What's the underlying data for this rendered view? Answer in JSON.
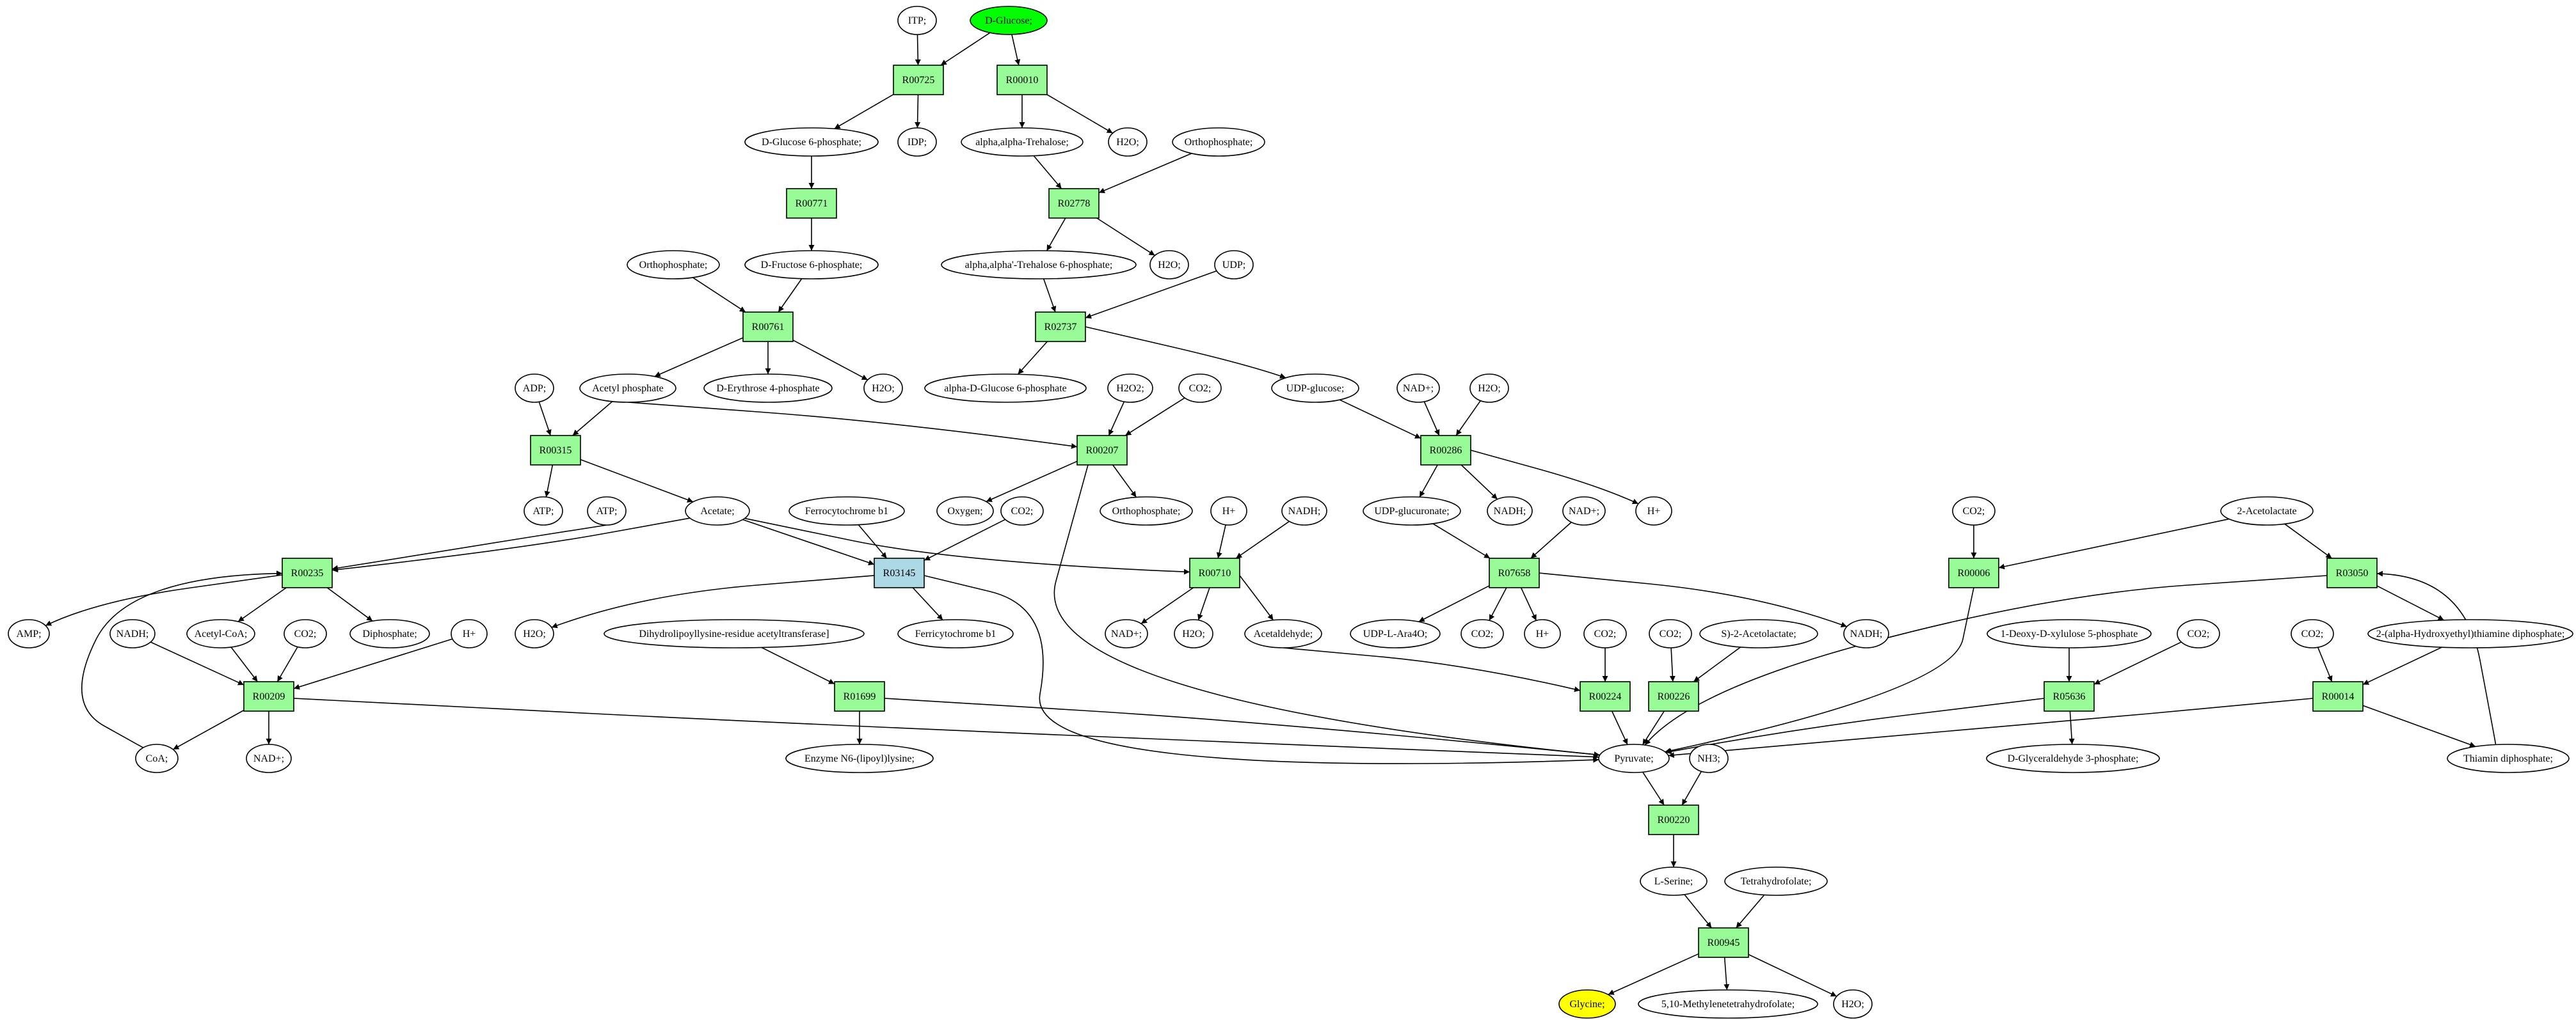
{
  "diagram": {
    "type": "metabolic-pathway-graph",
    "colors": {
      "reaction": "#98fb98",
      "reaction_highlight": "#add8e6",
      "compound": "#ffffff",
      "source_compound": "#00ff00",
      "target_compound": "#ffff00",
      "stroke": "#000000"
    },
    "reactions": [
      {
        "id": "R00725",
        "label": "R00725",
        "style": "reaction"
      },
      {
        "id": "R00010",
        "label": "R00010",
        "style": "reaction"
      },
      {
        "id": "R00771",
        "label": "R00771",
        "style": "reaction"
      },
      {
        "id": "R02778",
        "label": "R02778",
        "style": "reaction"
      },
      {
        "id": "R00761",
        "label": "R00761",
        "style": "reaction"
      },
      {
        "id": "R02737",
        "label": "R02737",
        "style": "reaction"
      },
      {
        "id": "R00315",
        "label": "R00315",
        "style": "reaction"
      },
      {
        "id": "R00207",
        "label": "R00207",
        "style": "reaction"
      },
      {
        "id": "R00286",
        "label": "R00286",
        "style": "reaction"
      },
      {
        "id": "R00235",
        "label": "R00235",
        "style": "reaction"
      },
      {
        "id": "R03145",
        "label": "R03145",
        "style": "highlight"
      },
      {
        "id": "R00710",
        "label": "R00710",
        "style": "reaction"
      },
      {
        "id": "R07658",
        "label": "R07658",
        "style": "reaction"
      },
      {
        "id": "R00006",
        "label": "R00006",
        "style": "reaction"
      },
      {
        "id": "R03050",
        "label": "R03050",
        "style": "reaction"
      },
      {
        "id": "R00209",
        "label": "R00209",
        "style": "reaction"
      },
      {
        "id": "R01699",
        "label": "R01699",
        "style": "reaction"
      },
      {
        "id": "R00224",
        "label": "R00224",
        "style": "reaction"
      },
      {
        "id": "R00226",
        "label": "R00226",
        "style": "reaction"
      },
      {
        "id": "R05636",
        "label": "R05636",
        "style": "reaction"
      },
      {
        "id": "R00014",
        "label": "R00014",
        "style": "reaction"
      },
      {
        "id": "R00220",
        "label": "R00220",
        "style": "reaction"
      },
      {
        "id": "R00945",
        "label": "R00945",
        "style": "reaction"
      }
    ],
    "compounds": [
      {
        "id": "itp",
        "label": "ITP;",
        "style": "compound"
      },
      {
        "id": "dglucose",
        "label": "D-Glucose;",
        "style": "source"
      },
      {
        "id": "g6p",
        "label": "D-Glucose 6-phosphate;",
        "style": "compound"
      },
      {
        "id": "idp",
        "label": "IDP;",
        "style": "compound"
      },
      {
        "id": "trehalose",
        "label": "alpha,alpha-Trehalose;",
        "style": "compound"
      },
      {
        "id": "h2o_a",
        "label": "H2O;",
        "style": "compound"
      },
      {
        "id": "ortho_a",
        "label": "Orthophosphate;",
        "style": "compound"
      },
      {
        "id": "ortho_b",
        "label": "Orthophosphate;",
        "style": "compound"
      },
      {
        "id": "f6p",
        "label": "D-Fructose 6-phosphate;",
        "style": "compound"
      },
      {
        "id": "t6p",
        "label": "alpha,alpha'-Trehalose 6-phosphate;",
        "style": "compound"
      },
      {
        "id": "h2o_b",
        "label": "H2O;",
        "style": "compound"
      },
      {
        "id": "udp",
        "label": "UDP;",
        "style": "compound"
      },
      {
        "id": "adp",
        "label": "ADP;",
        "style": "compound"
      },
      {
        "id": "acetylp",
        "label": "Acetyl phosphate",
        "style": "compound"
      },
      {
        "id": "e4p",
        "label": "D-Erythrose 4-phosphate",
        "style": "compound"
      },
      {
        "id": "h2o_c",
        "label": "H2O;",
        "style": "compound"
      },
      {
        "id": "aglc6p",
        "label": "alpha-D-Glucose 6-phosphate",
        "style": "compound"
      },
      {
        "id": "h2o2",
        "label": "H2O2;",
        "style": "compound"
      },
      {
        "id": "co2_a",
        "label": "CO2;",
        "style": "compound"
      },
      {
        "id": "udpglc",
        "label": "UDP-glucose;",
        "style": "compound"
      },
      {
        "id": "nad_a",
        "label": "NAD+;",
        "style": "compound"
      },
      {
        "id": "h2o_d",
        "label": "H2O;",
        "style": "compound"
      },
      {
        "id": "atp_a",
        "label": "ATP;",
        "style": "compound"
      },
      {
        "id": "atp_b",
        "label": "ATP;",
        "style": "compound"
      },
      {
        "id": "acetate",
        "label": "Acetate;",
        "style": "compound"
      },
      {
        "id": "ferrocyt",
        "label": "Ferrocytochrome b1",
        "style": "compound"
      },
      {
        "id": "co2_b",
        "label": "CO2;",
        "style": "compound"
      },
      {
        "id": "oxygen",
        "label": "Oxygen;",
        "style": "compound"
      },
      {
        "id": "ortho_c",
        "label": "Orthophosphate;",
        "style": "compound"
      },
      {
        "id": "hplus_a",
        "label": "H+",
        "style": "compound"
      },
      {
        "id": "nadh_a",
        "label": "NADH;",
        "style": "compound"
      },
      {
        "id": "udpglcur",
        "label": "UDP-glucuronate;",
        "style": "compound"
      },
      {
        "id": "nadh_b",
        "label": "NADH;",
        "style": "compound"
      },
      {
        "id": "hplus_b",
        "label": "H+",
        "style": "compound"
      },
      {
        "id": "nad_b",
        "label": "NAD+;",
        "style": "compound"
      },
      {
        "id": "co2_c",
        "label": "CO2;",
        "style": "compound"
      },
      {
        "id": "acetolactate_a",
        "label": "2-Acetolactate",
        "style": "compound"
      },
      {
        "id": "amp",
        "label": "AMP;",
        "style": "compound"
      },
      {
        "id": "nadh_c",
        "label": "NADH;",
        "style": "compound"
      },
      {
        "id": "acetylcoa",
        "label": "Acetyl-CoA;",
        "style": "compound"
      },
      {
        "id": "co2_d",
        "label": "CO2;",
        "style": "compound"
      },
      {
        "id": "diphosphate",
        "label": "Diphosphate;",
        "style": "compound"
      },
      {
        "id": "hplus_c",
        "label": "H+",
        "style": "compound"
      },
      {
        "id": "h2o_e",
        "label": "H2O;",
        "style": "compound"
      },
      {
        "id": "dihydrolipo",
        "label": "Dihydrolipoyllysine-residue acetyltransferase]",
        "style": "compound"
      },
      {
        "id": "ferricyt",
        "label": "Ferricytochrome b1",
        "style": "compound"
      },
      {
        "id": "co2_e",
        "label": "CO2;",
        "style": "compound"
      },
      {
        "id": "nad_c",
        "label": "NAD+;",
        "style": "compound"
      },
      {
        "id": "h2o_f",
        "label": "H2O;",
        "style": "compound"
      },
      {
        "id": "acetaldehyde",
        "label": "Acetaldehyde;",
        "style": "compound"
      },
      {
        "id": "udpara",
        "label": "UDP-L-Ara4O;",
        "style": "compound"
      },
      {
        "id": "co2_f",
        "label": "CO2;",
        "style": "compound"
      },
      {
        "id": "hplus_d",
        "label": "H+",
        "style": "compound"
      },
      {
        "id": "co2_g",
        "label": "CO2;",
        "style": "compound"
      },
      {
        "id": "co2_h",
        "label": "CO2;",
        "style": "compound"
      },
      {
        "id": "s_acetolactate",
        "label": "S)-2-Acetolactate;",
        "style": "compound"
      },
      {
        "id": "nadh_d",
        "label": "NADH;",
        "style": "compound"
      },
      {
        "id": "dxp",
        "label": "1-Deoxy-D-xylulose 5-phosphate",
        "style": "compound"
      },
      {
        "id": "co2_i",
        "label": "CO2;",
        "style": "compound"
      },
      {
        "id": "co2_j",
        "label": "CO2;",
        "style": "compound"
      },
      {
        "id": "hethdp",
        "label": "2-(alpha-Hydroxyethyl)thiamine diphosphate;",
        "style": "compound"
      },
      {
        "id": "coa",
        "label": "CoA;",
        "style": "compound"
      },
      {
        "id": "nad_d",
        "label": "NAD+;",
        "style": "compound"
      },
      {
        "id": "enzlipo",
        "label": "Enzyme N6-(lipoyl)lysine;",
        "style": "compound"
      },
      {
        "id": "pyruvate",
        "label": "Pyruvate;",
        "style": "compound"
      },
      {
        "id": "nh3",
        "label": "NH3;",
        "style": "compound"
      },
      {
        "id": "gap",
        "label": "D-Glyceraldehyde 3-phosphate;",
        "style": "compound"
      },
      {
        "id": "thdp",
        "label": "Thiamin diphosphate;",
        "style": "compound"
      },
      {
        "id": "serine",
        "label": "L-Serine;",
        "style": "compound"
      },
      {
        "id": "thf",
        "label": "Tetrahydrofolate;",
        "style": "compound"
      },
      {
        "id": "glycine",
        "label": "Glycine;",
        "style": "target"
      },
      {
        "id": "methylene_thf",
        "label": "5,10-Methylenetetrahydrofolate;",
        "style": "compound"
      },
      {
        "id": "h2o_g",
        "label": "H2O;",
        "style": "compound"
      }
    ],
    "edges": [
      [
        "itp",
        "R00725"
      ],
      [
        "dglucose",
        "R00725"
      ],
      [
        "dglucose",
        "R00010"
      ],
      [
        "R00725",
        "g6p"
      ],
      [
        "R00725",
        "idp"
      ],
      [
        "R00010",
        "trehalose"
      ],
      [
        "R00010",
        "h2o_a"
      ],
      [
        "g6p",
        "R00771"
      ],
      [
        "R00771",
        "f6p"
      ],
      [
        "trehalose",
        "R02778"
      ],
      [
        "ortho_a",
        "R02778"
      ],
      [
        "R02778",
        "t6p"
      ],
      [
        "R02778",
        "h2o_b"
      ],
      [
        "ortho_b",
        "R00761"
      ],
      [
        "f6p",
        "R00761"
      ],
      [
        "R00761",
        "acetylp"
      ],
      [
        "R00761",
        "e4p"
      ],
      [
        "R00761",
        "h2o_c"
      ],
      [
        "t6p",
        "R02737"
      ],
      [
        "udp",
        "R02737"
      ],
      [
        "R02737",
        "aglc6p"
      ],
      [
        "R02737",
        "udpglc"
      ],
      [
        "adp",
        "R00315"
      ],
      [
        "acetylp",
        "R00315"
      ],
      [
        "acetylp",
        "R00207"
      ],
      [
        "h2o2",
        "R00207"
      ],
      [
        "co2_a",
        "R00207"
      ],
      [
        "udpglc",
        "R00286"
      ],
      [
        "nad_a",
        "R00286"
      ],
      [
        "h2o_d",
        "R00286"
      ],
      [
        "R00315",
        "atp_a"
      ],
      [
        "R00315",
        "acetate"
      ],
      [
        "R00207",
        "oxygen"
      ],
      [
        "R00207",
        "ortho_c"
      ],
      [
        "R00207",
        "pyruvate"
      ],
      [
        "R00286",
        "udpglcur"
      ],
      [
        "R00286",
        "nadh_b"
      ],
      [
        "R00286",
        "hplus_b"
      ],
      [
        "atp_b",
        "R00235"
      ],
      [
        "acetate",
        "R00235"
      ],
      [
        "acetate",
        "R03145"
      ],
      [
        "acetate",
        "R00710"
      ],
      [
        "ferrocyt",
        "R03145"
      ],
      [
        "co2_b",
        "R03145"
      ],
      [
        "hplus_a",
        "R00710"
      ],
      [
        "nadh_a",
        "R00710"
      ],
      [
        "udpglcur",
        "R07658"
      ],
      [
        "nad_b",
        "R07658"
      ],
      [
        "co2_c",
        "R00006"
      ],
      [
        "acetolactate_a",
        "R00006"
      ],
      [
        "acetolactate_a",
        "R03050"
      ],
      [
        "R00235",
        "amp"
      ],
      [
        "R00235",
        "acetylcoa"
      ],
      [
        "R00235",
        "diphosphate"
      ],
      [
        "R03145",
        "h2o_e"
      ],
      [
        "R03145",
        "ferricyt"
      ],
      [
        "R03145",
        "pyruvate"
      ],
      [
        "R00710",
        "nad_c"
      ],
      [
        "R00710",
        "h2o_f"
      ],
      [
        "R00710",
        "acetaldehyde"
      ],
      [
        "R07658",
        "udpara"
      ],
      [
        "R07658",
        "co2_f"
      ],
      [
        "R07658",
        "hplus_d"
      ],
      [
        "R07658",
        "nadh_d"
      ],
      [
        "R00006",
        "pyruvate"
      ],
      [
        "R03050",
        "pyruvate"
      ],
      [
        "R03050",
        "hethdp"
      ],
      [
        "nadh_c",
        "R00209"
      ],
      [
        "acetylcoa",
        "R00209"
      ],
      [
        "co2_d",
        "R00209"
      ],
      [
        "hplus_c",
        "R00209"
      ],
      [
        "dihydrolipo",
        "R01699"
      ],
      [
        "co2_e",
        "R01699"
      ],
      [
        "acetaldehyde",
        "R00224"
      ],
      [
        "co2_g",
        "R00224"
      ],
      [
        "co2_h",
        "R00226"
      ],
      [
        "s_acetolactate",
        "R00226"
      ],
      [
        "dxp",
        "R05636"
      ],
      [
        "co2_i",
        "R05636"
      ],
      [
        "co2_j",
        "R00014"
      ],
      [
        "hethdp",
        "R00014"
      ],
      [
        "R00209",
        "coa"
      ],
      [
        "R00209",
        "nad_d"
      ],
      [
        "R00209",
        "pyruvate"
      ],
      [
        "coa",
        "R00235"
      ],
      [
        "R01699",
        "enzlipo"
      ],
      [
        "R01699",
        "pyruvate"
      ],
      [
        "R00224",
        "pyruvate"
      ],
      [
        "R00226",
        "pyruvate"
      ],
      [
        "R05636",
        "pyruvate"
      ],
      [
        "R05636",
        "gap"
      ],
      [
        "R00014",
        "pyruvate"
      ],
      [
        "R00014",
        "thdp"
      ],
      [
        "thdp",
        "R03050"
      ],
      [
        "pyruvate",
        "R00220"
      ],
      [
        "nh3",
        "R00220"
      ],
      [
        "R00220",
        "serine"
      ],
      [
        "serine",
        "R00945"
      ],
      [
        "thf",
        "R00945"
      ],
      [
        "R00945",
        "glycine"
      ],
      [
        "R00945",
        "methylene_thf"
      ],
      [
        "R00945",
        "h2o_g"
      ]
    ]
  }
}
